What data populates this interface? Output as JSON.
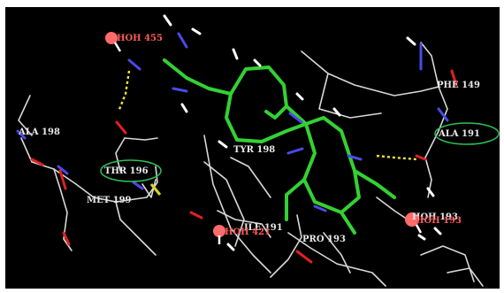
{
  "colors": {
    "background": "#000000",
    "ligand_carbon": "#33d133",
    "protein_carbon": "#d8d8d8",
    "nitrogen": "#4a4ae8",
    "oxygen": "#e02020",
    "sulfur": "#d8d820",
    "hydrogen": "#ffffff",
    "water": "#ff6b6b",
    "hbond": "#f2e23a",
    "highlight_ellipse": "#2fbf58",
    "residue_label": "#e8e8e8",
    "water_label": "#ff5b5b"
  },
  "labels": {
    "hoh_455": "HOH 455",
    "phe_149": "PHE 149",
    "ala_198": "ALA 198",
    "ala_191": "ALA 191",
    "tyr_198": "TYR 198",
    "thr_196": "THR 196",
    "met_199": "MET 199",
    "hoh_right": "HOH 193",
    "hoh_right_overlay": "HOH 193",
    "hoh_421": "HOH 421",
    "ile_191": "ILE 191",
    "pro_193": "PRO 193"
  },
  "icons": {
    "water_molecule": "red-sphere-with-hydrogens"
  }
}
